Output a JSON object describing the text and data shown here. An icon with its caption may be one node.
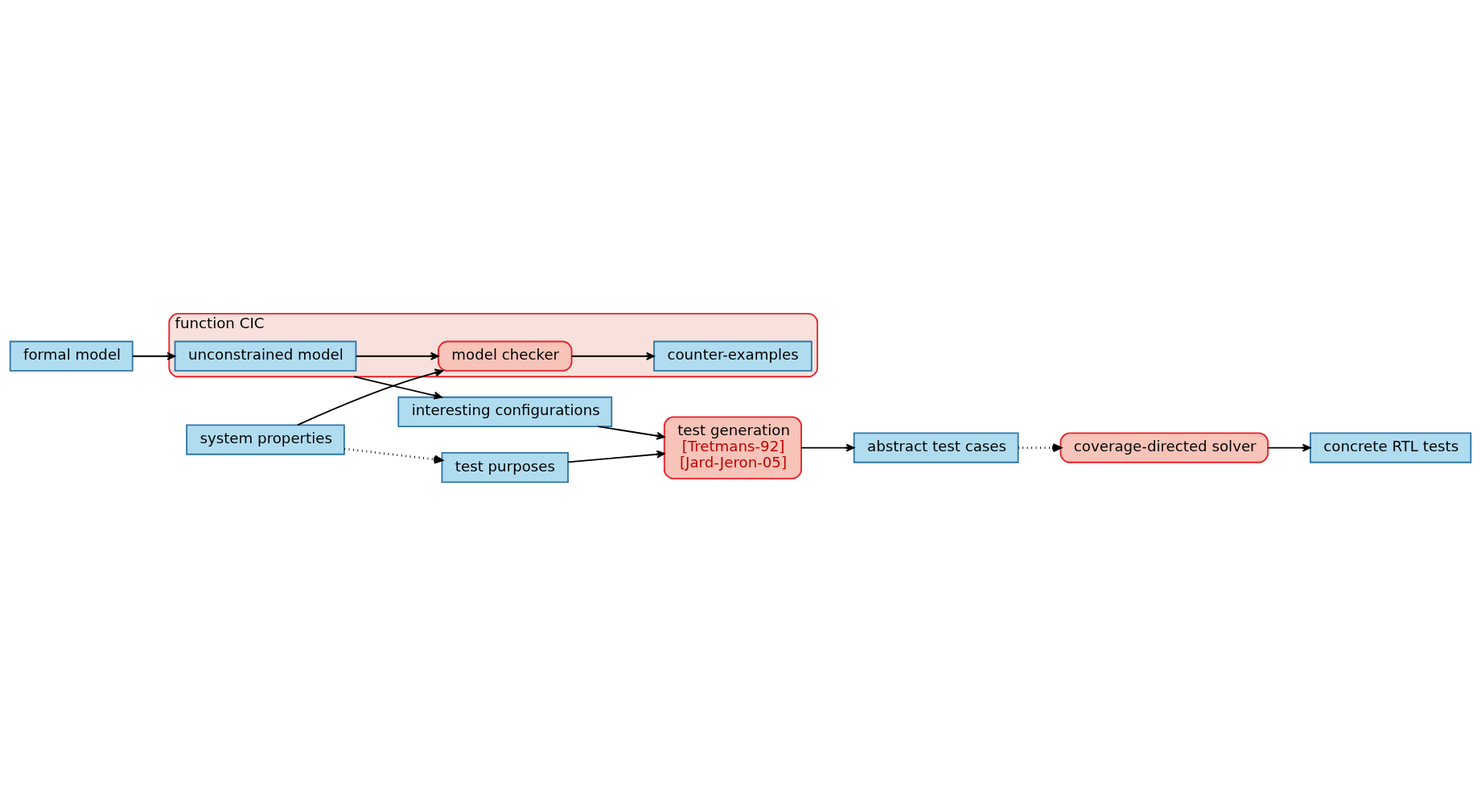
{
  "diagram": {
    "nodes": [
      {
        "text": [
          "formal model"
        ]
      },
      {
        "text": [
          "system properties"
        ]
      },
      {
        "text": [
          "function CIC"
        ]
      },
      {
        "text": [
          "unconstrained model"
        ],
        "in": 2
      },
      {
        "text": [
          "model checker"
        ],
        "in": 2
      },
      {
        "text": [
          "counter-examples"
        ],
        "in": 2
      },
      {
        "text": [
          "interesting configurations"
        ]
      },
      {
        "text": [
          "test generation",
          "[Tretmans-92]",
          "[Jard-Jeron-05]"
        ]
      },
      {
        "text": [
          "test purposes"
        ]
      },
      {
        "text": [
          "abstract test cases"
        ]
      },
      {
        "text": [
          "coverage-directed solver"
        ]
      },
      {
        "text": [
          "concrete RTL tests"
        ]
      }
    ],
    "edges": [
      {
        "from": 0,
        "to": 3,
        "arrow": "to"
      },
      {
        "from": 1,
        "to": 4,
        "arrow": "to"
      },
      {
        "from": 3,
        "to": 4,
        "arrow": "to"
      },
      {
        "from": 4,
        "to": 5,
        "arrow": "to"
      },
      {
        "from": 2,
        "to": 6,
        "arrow": "to"
      },
      {
        "from": 6,
        "to": 7,
        "arrow": "to"
      },
      {
        "from": 8,
        "to": 7,
        "arrow": "to"
      },
      {
        "from": 1,
        "to": 8,
        "arrow": "to",
        "style": "dashed"
      },
      {
        "from": 7,
        "to": 9,
        "arrow": "to"
      },
      {
        "from": 9,
        "to": 10,
        "arrow": "to",
        "style": "dashed"
      },
      {
        "from": 10,
        "to": 11,
        "arrow": "to"
      }
    ]
  }
}
